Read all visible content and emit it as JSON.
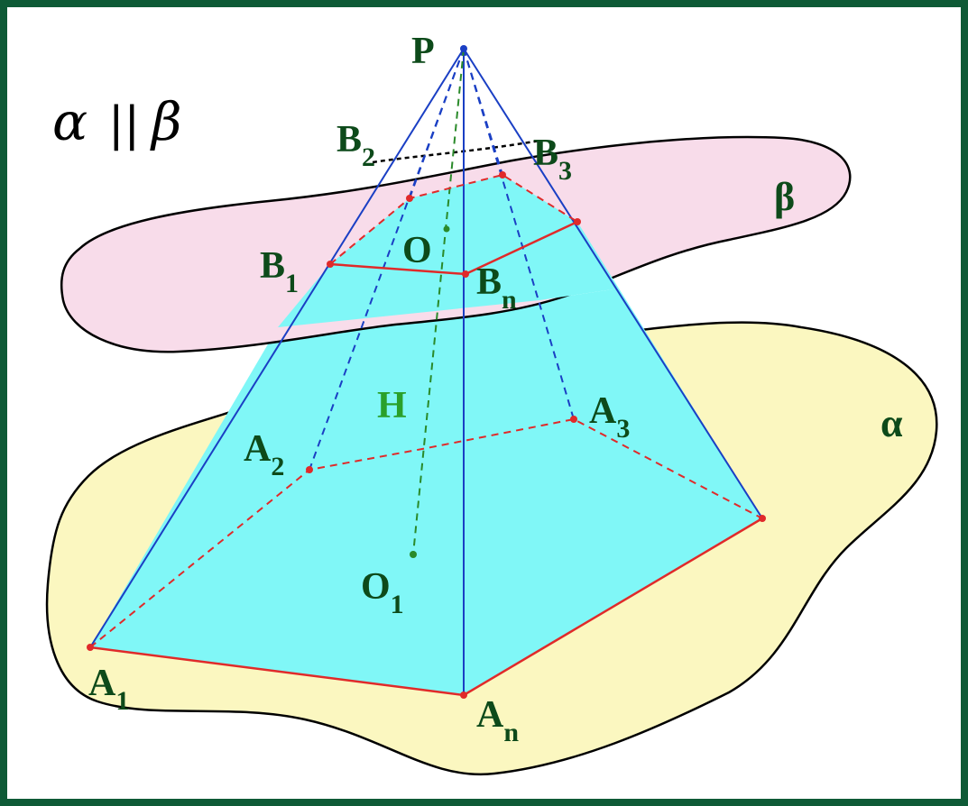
{
  "relation": {
    "alpha": "α",
    "parallel": "||",
    "beta": "β"
  },
  "planes": {
    "alpha": {
      "label": "α",
      "fill": "#fbf7c0"
    },
    "beta": {
      "label": "β",
      "fill": "#f8dcea"
    }
  },
  "points": {
    "P": {
      "base": "P",
      "sub": ""
    },
    "B1": {
      "base": "B",
      "sub": "1"
    },
    "B2": {
      "base": "B",
      "sub": "2"
    },
    "B3": {
      "base": "B",
      "sub": "3"
    },
    "Bn": {
      "base": "B",
      "sub": "n"
    },
    "O": {
      "base": "O",
      "sub": ""
    },
    "A1": {
      "base": "A",
      "sub": "1"
    },
    "A2": {
      "base": "A",
      "sub": "2"
    },
    "A3": {
      "base": "A",
      "sub": "3"
    },
    "An": {
      "base": "A",
      "sub": "n"
    },
    "O1": {
      "base": "O",
      "sub": "1"
    }
  },
  "height_label": "H",
  "colors": {
    "pyramid_fill": "#80f7f7",
    "edge_blue": "#1a3fc4",
    "edge_red": "#e02a2a",
    "height_green": "#2a8a2a",
    "label_dark_green": "#0d4a1a",
    "frame": "#0e5a36"
  }
}
